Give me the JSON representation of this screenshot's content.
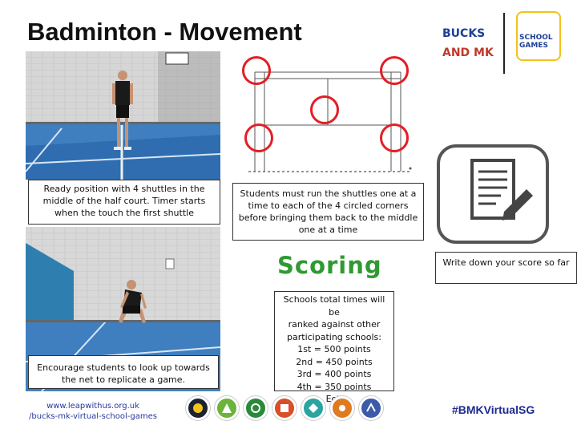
{
  "title": "Badminton - Movement",
  "logos": {
    "bucks_line1": "BUCKS",
    "bucks_line2": "AND MK",
    "sg_line1": "SCHOOL",
    "sg_line2": "GAMES"
  },
  "captions": {
    "ready_position": "Ready position with 4 shuttles in the middle of the half court. Timer starts when the touch the first shuttle",
    "encourage": "Encourage students to look up towards the net to replicate a game.",
    "instructions": "Students must run the shuttles one at a time to each of the 4 circled corners before bringing them back to the middle one at a time",
    "write_score": "Write down your score so far"
  },
  "scoring": {
    "heading": "Scoring",
    "lines": [
      "Schools total times will be",
      "ranked against other",
      "participating schools:",
      "1st = 500 points",
      "2nd = 450 points",
      "3rd = 400 points",
      "4th = 350 points",
      "Ect."
    ]
  },
  "footer": {
    "link_line1": "www.leapwithus.org.uk",
    "link_line2": "/bucks-mk-virtual-school-games",
    "hashtag": "#BMKVirtualSG"
  },
  "colors": {
    "circle_red": "#e41e26",
    "scoring_green": "#2f9a32",
    "hashtag_blue": "#1d2a8f",
    "court_floor_blue": "#3f7fc0"
  },
  "icons": [
    "notepad-pencil-icon",
    "values-badge-icon"
  ]
}
